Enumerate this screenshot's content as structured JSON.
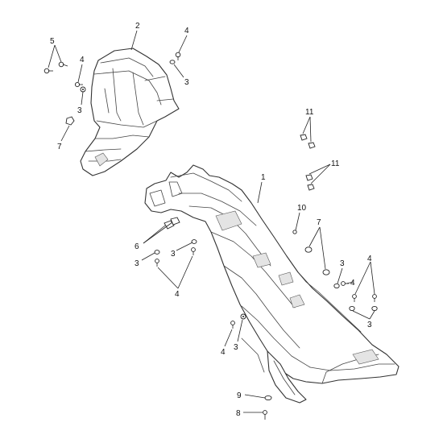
{
  "callouts": {
    "c1": "1",
    "c2": "2",
    "c3a": "3",
    "c3b": "3",
    "c3c": "3",
    "c3d": "3",
    "c3e": "3",
    "c3f": "3",
    "c3g": "3",
    "c4a": "4",
    "c4b": "4",
    "c4c": "4",
    "c4d": "4",
    "c4e": "4",
    "c4f": "4",
    "c5": "5",
    "c6": "6",
    "c7a": "7",
    "c7b": "7",
    "c8": "8",
    "c9": "9",
    "c10": "10",
    "c11a": "11",
    "c11b": "11"
  },
  "colors": {
    "line": "#333333",
    "background": "#ffffff",
    "shade": "#e4e4e4"
  }
}
